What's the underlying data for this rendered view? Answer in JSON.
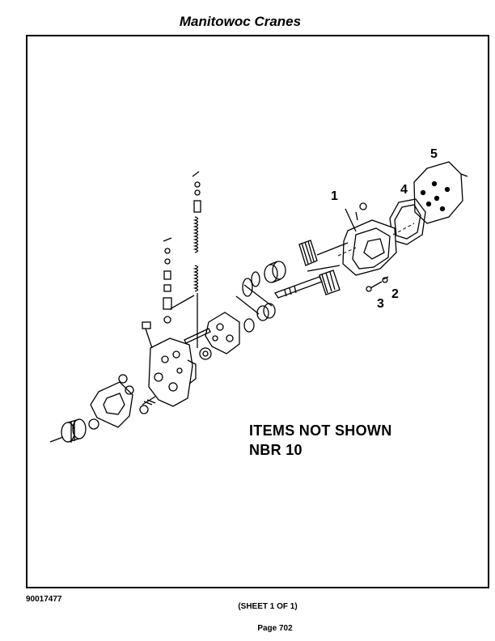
{
  "header": {
    "title": "Manitowoc Cranes"
  },
  "diagram": {
    "callouts": [
      {
        "id": "1",
        "label": "1"
      },
      {
        "id": "2",
        "label": "2"
      },
      {
        "id": "3",
        "label": "3"
      },
      {
        "id": "4",
        "label": "4"
      },
      {
        "id": "5",
        "label": "5"
      }
    ],
    "note_line1": "ITEMS NOT SHOWN",
    "note_line2": "NBR 10"
  },
  "footer": {
    "doc_number": "90017477",
    "sheet": "(SHEET 1 OF 1)",
    "page": "Page 702"
  },
  "colors": {
    "ink": "#000000",
    "paper": "#ffffff"
  }
}
